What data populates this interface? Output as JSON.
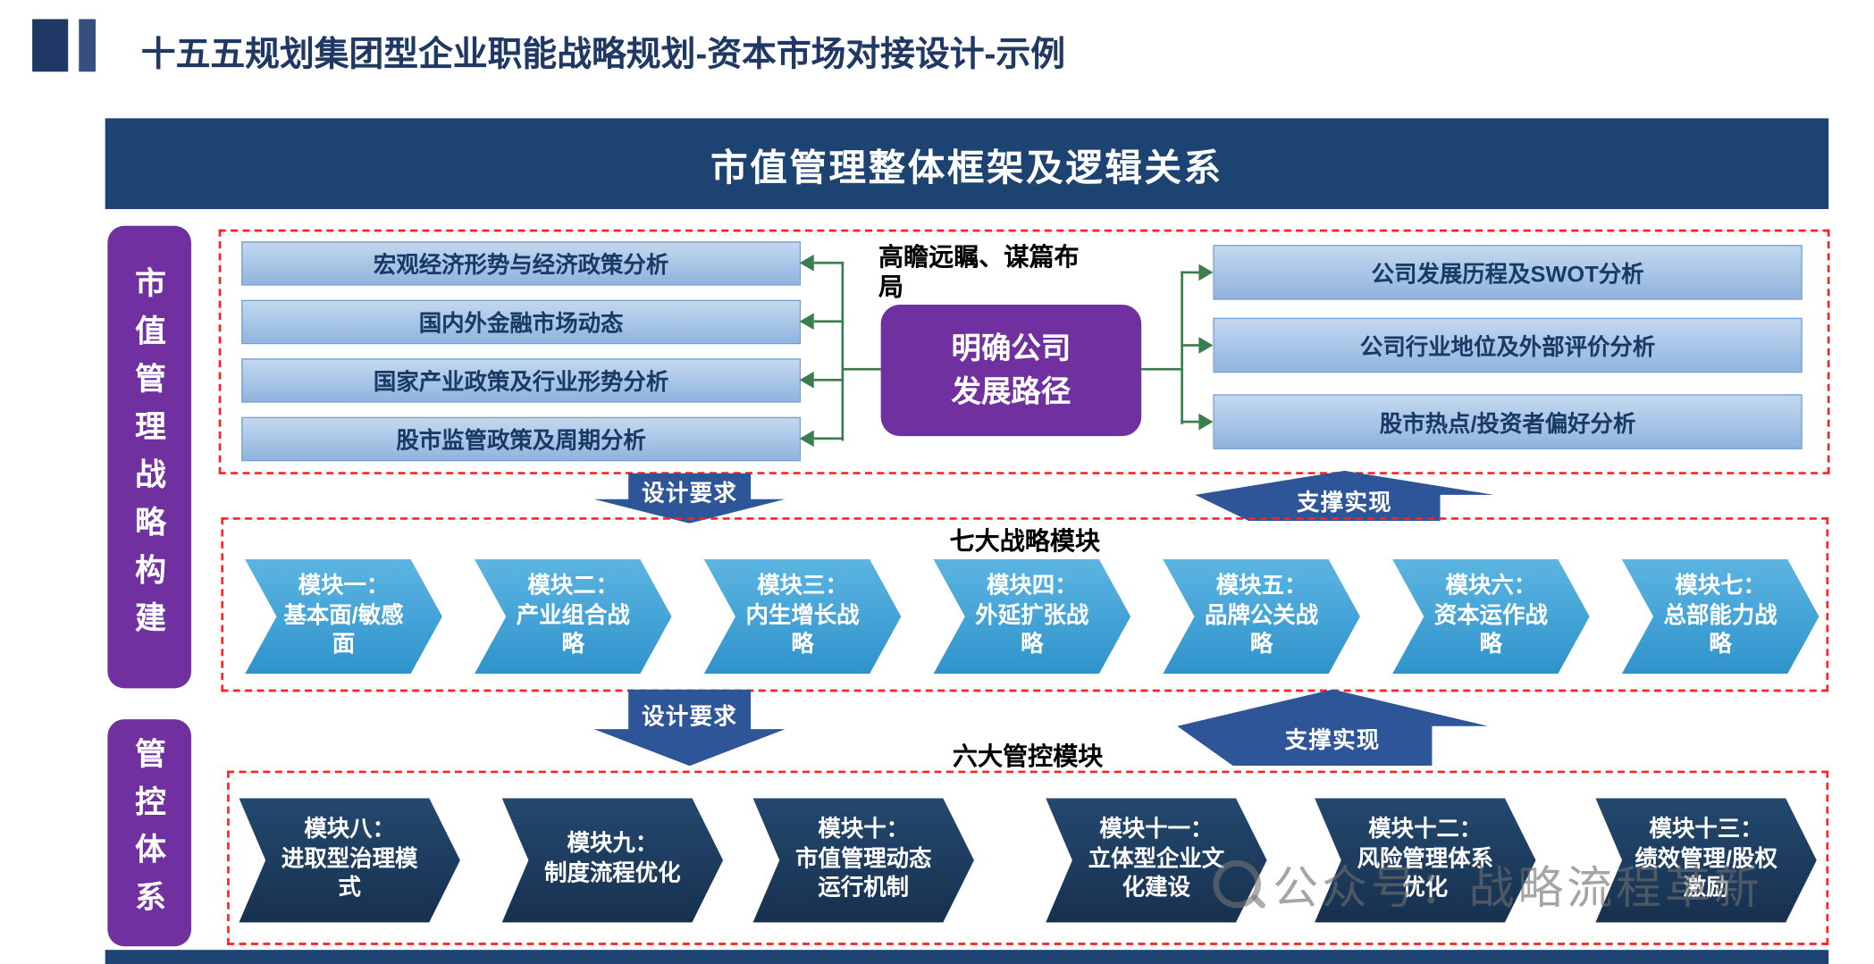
{
  "slide": {
    "title": "十五五规划集团型企业职能战略规划-资本市场对接设计-示例",
    "banner_title": "市值管理整体框架及逻辑关系",
    "watermark": "公众号：战略流程革新"
  },
  "side_labels": {
    "top": "市值管理战略构建",
    "bottom": "管控体系"
  },
  "analysis": {
    "note": "高瞻远瞩、谋篇布局",
    "center": {
      "line1": "明确公司",
      "line2": "发展路径"
    },
    "left_boxes": [
      "宏观经济形势与经济政策分析",
      "国内外金融市场动态",
      "国家产业政策及行业形势分析",
      "股市监管政策及周期分析"
    ],
    "right_boxes": [
      "公司发展历程及SWOT分析",
      "公司行业地位及外部评价分析",
      "股市热点/投资者偏好分析"
    ]
  },
  "flow_labels": {
    "design": "设计要求",
    "support": "支撑实现"
  },
  "strategy": {
    "heading": "七大战略模块",
    "modules": [
      {
        "no": "模块一：",
        "name": "基本面/敏感面"
      },
      {
        "no": "模块二：",
        "name": "产业组合战略"
      },
      {
        "no": "模块三：",
        "name": "内生增长战略"
      },
      {
        "no": "模块四：",
        "name": "外延扩张战略"
      },
      {
        "no": "模块五：",
        "name": "品牌公关战略"
      },
      {
        "no": "模块六：",
        "name": "资本运作战略"
      },
      {
        "no": "模块七：",
        "name": "总部能力战略"
      }
    ]
  },
  "control": {
    "heading": "六大管控模块",
    "modules": [
      {
        "no": "模块八：",
        "name": "进取型治理模式"
      },
      {
        "no": "模块九：",
        "name": "制度流程优化"
      },
      {
        "no": "模块十：",
        "name": "市值管理动态运行机制"
      },
      {
        "no": "模块十一：",
        "name": "立体型企业文化建设"
      },
      {
        "no": "模块十二：",
        "name": "风险管理体系优化"
      },
      {
        "no": "模块十三：",
        "name": "绩效管理/股权激励"
      }
    ]
  },
  "colors": {
    "navy": "#203864",
    "banner_blue": "#1d4373",
    "purple": "#7030A0",
    "analysis_box_blue": "#9DC3E6",
    "strategy_module_blue": "#3f9fd6",
    "control_module_navy": "#1d4068",
    "block_arrow_blue": "#2E5597",
    "connector_green": "#3A7D4E",
    "dashed_border_red": "#ff2222"
  }
}
